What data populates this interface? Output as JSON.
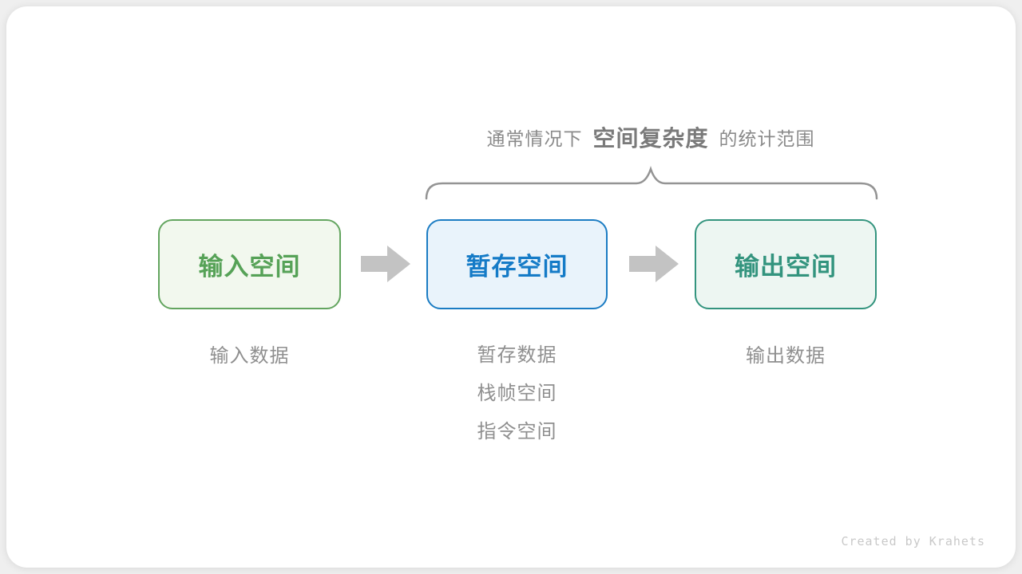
{
  "title": {
    "prefix": "通常情况下",
    "emphasis": "空间复杂度",
    "suffix": "的统计范围"
  },
  "boxes": [
    {
      "label": "输入空间",
      "theme": "green"
    },
    {
      "label": "暂存空间",
      "theme": "blue"
    },
    {
      "label": "输出空间",
      "theme": "teal"
    }
  ],
  "notes": {
    "input": [
      "输入数据"
    ],
    "temp": [
      "暂存数据",
      "栈帧空间",
      "指令空间"
    ],
    "output": [
      "输出数据"
    ]
  },
  "credit": "Created by Krahets",
  "colors": {
    "green_fill": "#f2f8ee",
    "green_border": "#63a55f",
    "green_text": "#56a257",
    "blue_fill": "#e9f3fb",
    "blue_border": "#1b7cc3",
    "blue_text": "#157bc7",
    "teal_fill": "#edf6f2",
    "teal_border": "#33947e",
    "teal_text": "#33947e",
    "arrow": "#c3c3c3",
    "brace": "#949494",
    "title_text": "#8a8a8a",
    "title_emphasis_text": "#7a7a7a",
    "note_text": "#8f8f8f",
    "credit_text": "#c9c9c9"
  }
}
